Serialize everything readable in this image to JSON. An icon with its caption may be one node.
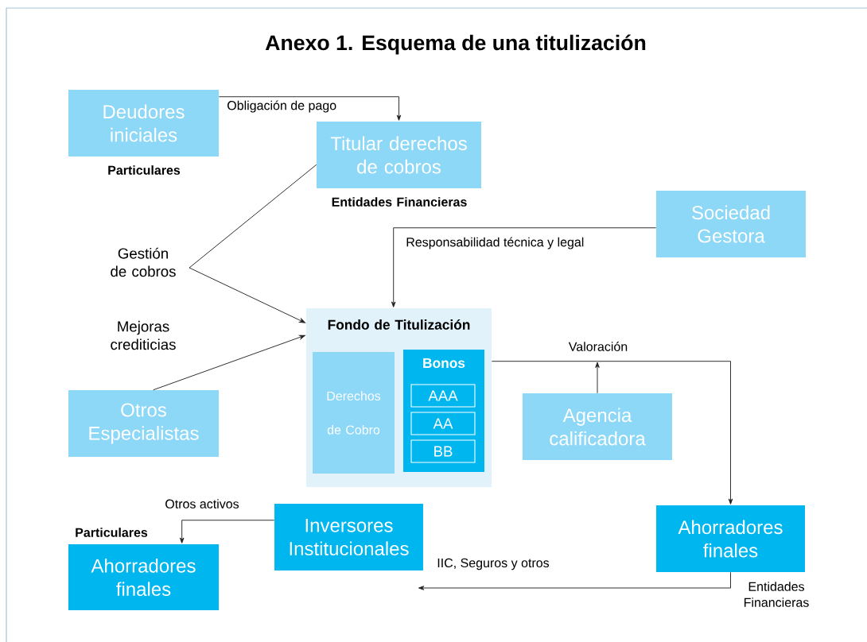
{
  "diagram": {
    "title": "Anexo 1. Esquema de una titulización",
    "nodes": [
      {
        "text": [
          "Deudores iniciales"
        ],
        "beside": [
          "Particulares"
        ]
      },
      {
        "text": [
          "Titular derechos de cobros"
        ],
        "beside": [
          "Entidades Financieras"
        ]
      },
      {
        "text": [
          "Sociedad Gestora"
        ]
      },
      {
        "text": [
          "Fondo de Titulización"
        ]
      },
      {
        "text": [
          "Derechos de Cobro"
        ],
        "in": 3
      },
      {
        "text": [
          "Bonos"
        ],
        "in": 3
      },
      {
        "text": [
          "AAA"
        ],
        "in": 5
      },
      {
        "text": [
          "AA"
        ],
        "in": 5
      },
      {
        "text": [
          "BB"
        ],
        "in": 5
      },
      {
        "text": [
          "Otros Especialistas"
        ]
      },
      {
        "text": [
          "Agencia calificadora"
        ]
      },
      {
        "text": [
          "Inversores Institucionales"
        ]
      },
      {
        "text": [
          "Ahorradores finales"
        ],
        "beside": [
          "Entidades Financieras"
        ]
      },
      {
        "text": [
          "Ahorradores finales"
        ],
        "beside": [
          "Particulares"
        ]
      }
    ],
    "edges": [
      {
        "from": 0,
        "to": 1,
        "arrow": "to",
        "label": "Obligación de pago"
      },
      {
        "from": 2,
        "to": 3,
        "arrow": "to",
        "label": "Responsabilidad técnica y legal"
      },
      {
        "from": 1,
        "to": 3,
        "arrow": "to",
        "label": "Gestión de cobros"
      },
      {
        "from": 9,
        "to": 3,
        "arrow": "to",
        "label": "Mejoras crediticias"
      },
      {
        "from": 10,
        "to": null,
        "arrow": "to",
        "label": "Valoración"
      },
      {
        "from": 3,
        "to": 12,
        "arrow": "to"
      },
      {
        "from": 12,
        "to": null,
        "arrow": "to",
        "label": "IIC, Seguros y otros"
      },
      {
        "from": 11,
        "to": 13,
        "arrow": "to",
        "label": "Otros activos"
      }
    ]
  }
}
